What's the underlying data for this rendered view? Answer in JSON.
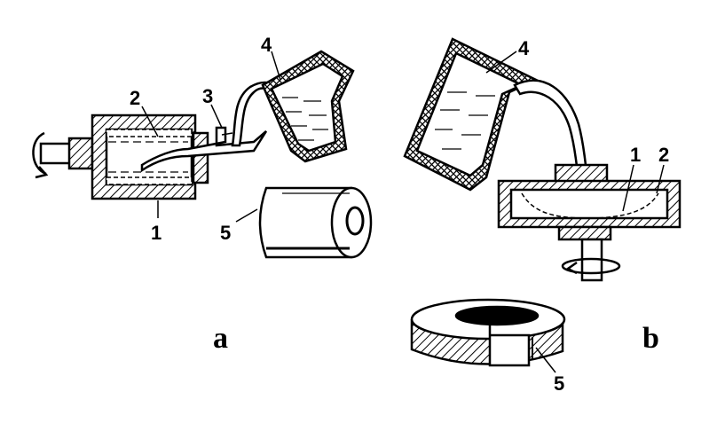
{
  "figure": {
    "colors": {
      "ink": "#000000",
      "paper": "#ffffff"
    },
    "panel_a": {
      "caption": "a",
      "labels": {
        "mold": "1",
        "metal_layer": "2",
        "trough": "3",
        "ladle": "4",
        "casting": "5"
      }
    },
    "panel_b": {
      "caption": "b",
      "labels": {
        "mold": "1",
        "metal_layer": "2",
        "ladle": "4",
        "casting": "5"
      }
    }
  }
}
